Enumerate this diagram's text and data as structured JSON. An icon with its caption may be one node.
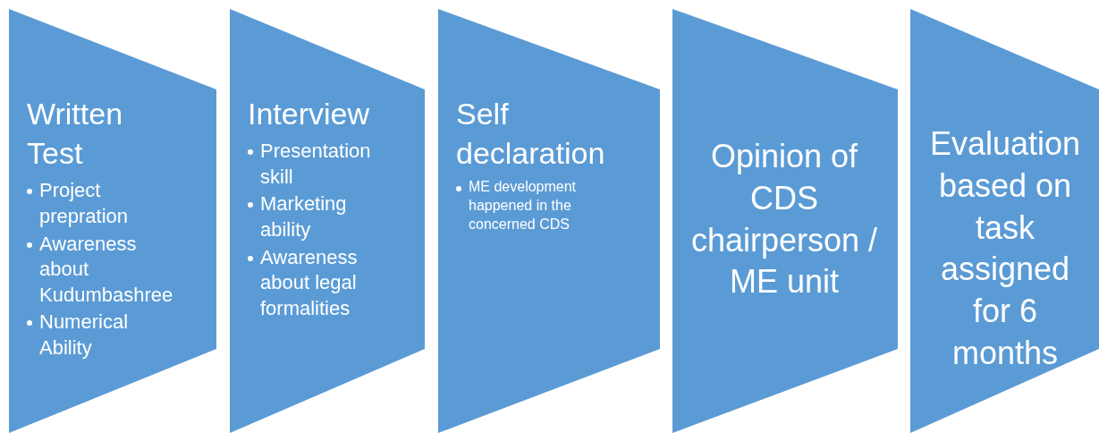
{
  "diagram": {
    "nodes": [
      {
        "text": [
          "Written Test",
          "Project prepration",
          "Awareness about Kudumbashree",
          "Numerical Ability"
        ]
      },
      {
        "text": [
          "Interview",
          "Presentation skill",
          "Marketing ability",
          "Awareness about legal formalities"
        ]
      },
      {
        "text": [
          "Self declaration",
          "ME development happened in the concerned CDS"
        ]
      },
      {
        "text": [
          "Opinion of CDS chairperson / ME unit"
        ]
      },
      {
        "text": [
          "Evaluation based on task assigned for 6 months"
        ]
      }
    ]
  }
}
